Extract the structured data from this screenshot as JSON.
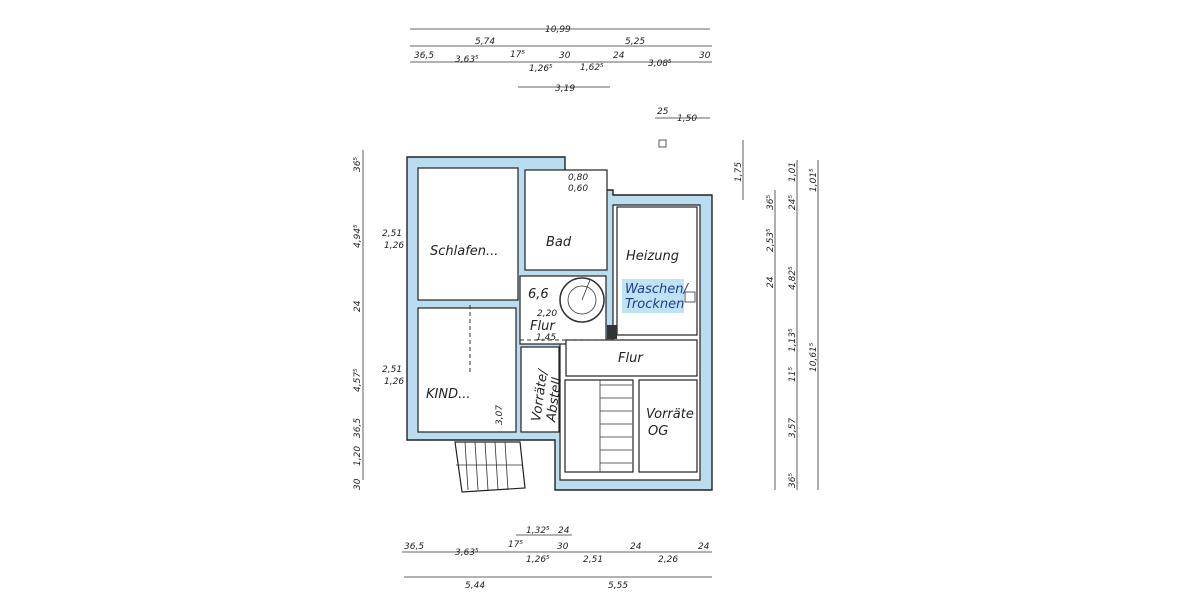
{
  "colors": {
    "wall_fill": "#b9dcef",
    "line": "#222222",
    "highlight": "#bfe3f5"
  },
  "rooms": {
    "schlafen": "Schlafen...",
    "kind": "KIND...",
    "bad": "Bad",
    "flur_left_area": "6,6",
    "flur_left": "Flur",
    "heizung": "Heizung",
    "waschen": "Waschen/",
    "trocknen": "Trocknen",
    "flur_right": "Flur",
    "vorraete_abstell_1": "Vorräte/",
    "vorraete_abstell_2": "Abstell",
    "vorraete_og_1": "Vorräte",
    "vorraete_og_2": "OG"
  },
  "dimensions": {
    "top": {
      "total": "10,99",
      "row2": [
        "5,74",
        "5,25"
      ],
      "row3": [
        "36,5",
        "3,63⁵",
        "17⁵",
        "1,26⁵",
        "30",
        "1,62⁵",
        "24",
        "3,08⁵",
        "30"
      ],
      "row4": "3,19",
      "chimney": [
        "25",
        "1,50"
      ]
    },
    "bottom": {
      "row1": [
        "36,5",
        "3,63⁵",
        "17⁵",
        "1,26⁵",
        "30",
        "2,51",
        "24",
        "2,26",
        "24"
      ],
      "upper": [
        "1,32⁵",
        "24"
      ],
      "row2": [
        "5,44",
        "5,55"
      ]
    },
    "left": [
      "36⁵",
      "4,94⁵",
      "24",
      "4,57⁵",
      "36,5",
      "1,20",
      "30"
    ],
    "right": [
      "1,75",
      "36⁵",
      "2,53⁵",
      "24",
      "1,13⁵",
      "11⁵",
      "3,57",
      "36⁵",
      "24⁵",
      "1,01",
      "4,82⁵",
      "10,61⁵",
      "1,01⁵"
    ],
    "windows": {
      "left_top": [
        "2,51",
        "1,26"
      ],
      "left_bottom": [
        "2,51",
        "1,26"
      ],
      "bad": [
        "0,80",
        "0,60"
      ]
    },
    "interior": [
      "2,20",
      "1,45",
      "3,07"
    ]
  }
}
